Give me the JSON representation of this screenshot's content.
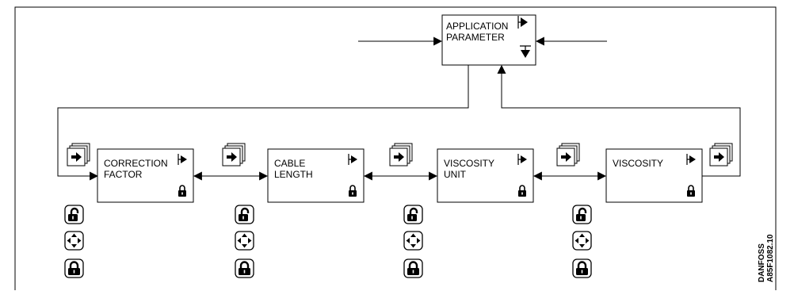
{
  "top_box": {
    "line1": "APPLICATION",
    "line2": "PARAMETER"
  },
  "boxes": [
    {
      "line1": "CORRECTION",
      "line2": "FACTOR"
    },
    {
      "line1": "CABLE",
      "line2": "LENGTH"
    },
    {
      "line1": "VISCOSITY",
      "line2": "UNIT"
    },
    {
      "line1": "VISCOSITY",
      "line2": ""
    }
  ],
  "reference": {
    "line1": "DANFOSS",
    "line2": "A85F1082.10"
  },
  "icons": {
    "page_arrow": "page-stack-arrow-icon",
    "lock_open": "padlock-open-icon",
    "four_arrows": "four-arrows-icon",
    "lock_closed": "padlock-closed-icon"
  }
}
